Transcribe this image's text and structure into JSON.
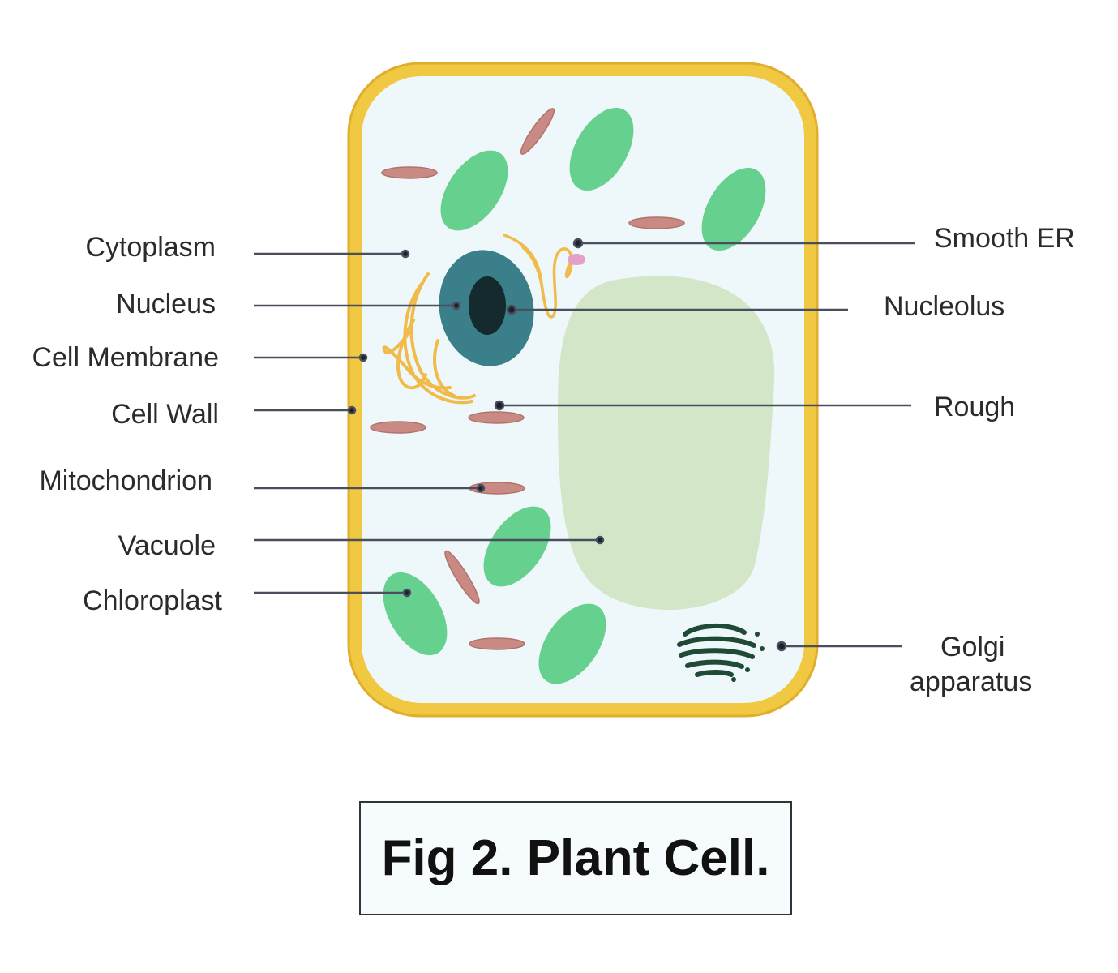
{
  "colors": {
    "cell_wall": "#f0c842",
    "cell_wall_edge": "#e0ae2a",
    "cytoplasm": "#eef7f9",
    "chloroplast": "#66d18f",
    "mitochondrion": "#c98a83",
    "vacuole": "#d3e6c8",
    "nucleus": "#3a7f89",
    "nucleolus": "#142a2c",
    "golgi": "#1f4a36",
    "er": "#f0bb4a",
    "leader_line": "#4a4f5e"
  },
  "labels": {
    "cytoplasm": "Cytoplasm",
    "nucleus": "Nucleus",
    "cell_membrane": "Cell Membrane",
    "cell_wall": "Cell Wall",
    "mitochondrion": "Mitochondrion",
    "vacuole": "Vacuole",
    "chloroplast": "Chloroplast",
    "smooth_er": "Smooth ER",
    "nucleolus": "Nucleolus",
    "rough": "Rough",
    "golgi_line1": "Golgi",
    "golgi_line2": "apparatus"
  },
  "caption": "Fig 2. Plant Cell."
}
